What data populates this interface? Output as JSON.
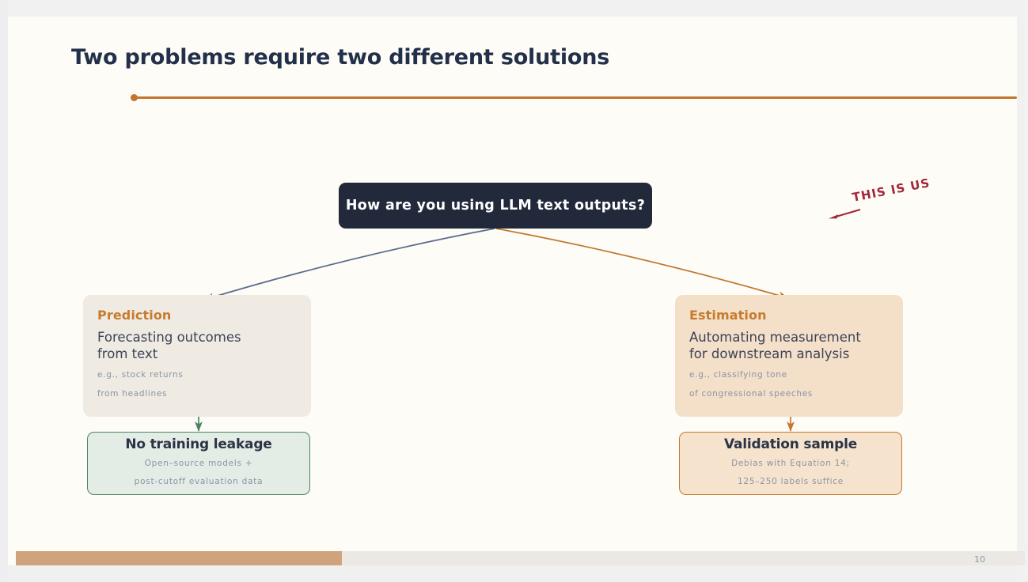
{
  "slide": {
    "title": "Two problems require two different solutions",
    "page_number": "10",
    "accent_color": "#c1762c",
    "title_color": "#23304a",
    "background_color": "#fdfcf7",
    "progress_percent": 32
  },
  "question": {
    "text": "How are you using LLM text outputs?",
    "background_color": "#22293b",
    "text_color": "#ffffff"
  },
  "branches": [
    {
      "id": "prediction",
      "heading": "Prediction",
      "body": "Forecasting outcomes\nfrom text",
      "body_line_1": "Forecasting outcomes",
      "body_line_2": "from text",
      "note_line_1": "e.g.,  stock  returns",
      "note_line_2": "from  headlines",
      "background_color": "#efeae2",
      "heading_color": "#c77b2e",
      "arrow_color": "#5a6b8c"
    },
    {
      "id": "estimation",
      "heading": "Estimation",
      "body": "Automating measurement\nfor downstream analysis",
      "body_line_1": "Automating measurement",
      "body_line_2": "for downstream analysis",
      "note_line_1": "e.g.,  classifying  tone",
      "note_line_2": "of  congressional  speeches",
      "background_color": "#f4dfc9",
      "heading_color": "#c77b2e",
      "arrow_color": "#c0762c"
    }
  ],
  "outcomes": [
    {
      "id": "no-training-leakage",
      "title": "No training leakage",
      "sub_line_1": "Open–source  models  +",
      "sub_line_2": "post-cutoff  evaluation  data",
      "background_color": "#e4ece6",
      "border_color": "#4e8360",
      "connector_color": "#4e8360"
    },
    {
      "id": "validation-sample",
      "title": "Validation sample",
      "sub_line_1": "Debias  with  Equation  14;",
      "sub_line_2": "125–250  labels  suffice",
      "background_color": "#f6e3cd",
      "border_color": "#c6772b",
      "connector_color": "#c6772b"
    }
  ],
  "annotation": {
    "text": "THIS IS US",
    "color": "#a32639",
    "icon": "left-arrow-icon"
  }
}
